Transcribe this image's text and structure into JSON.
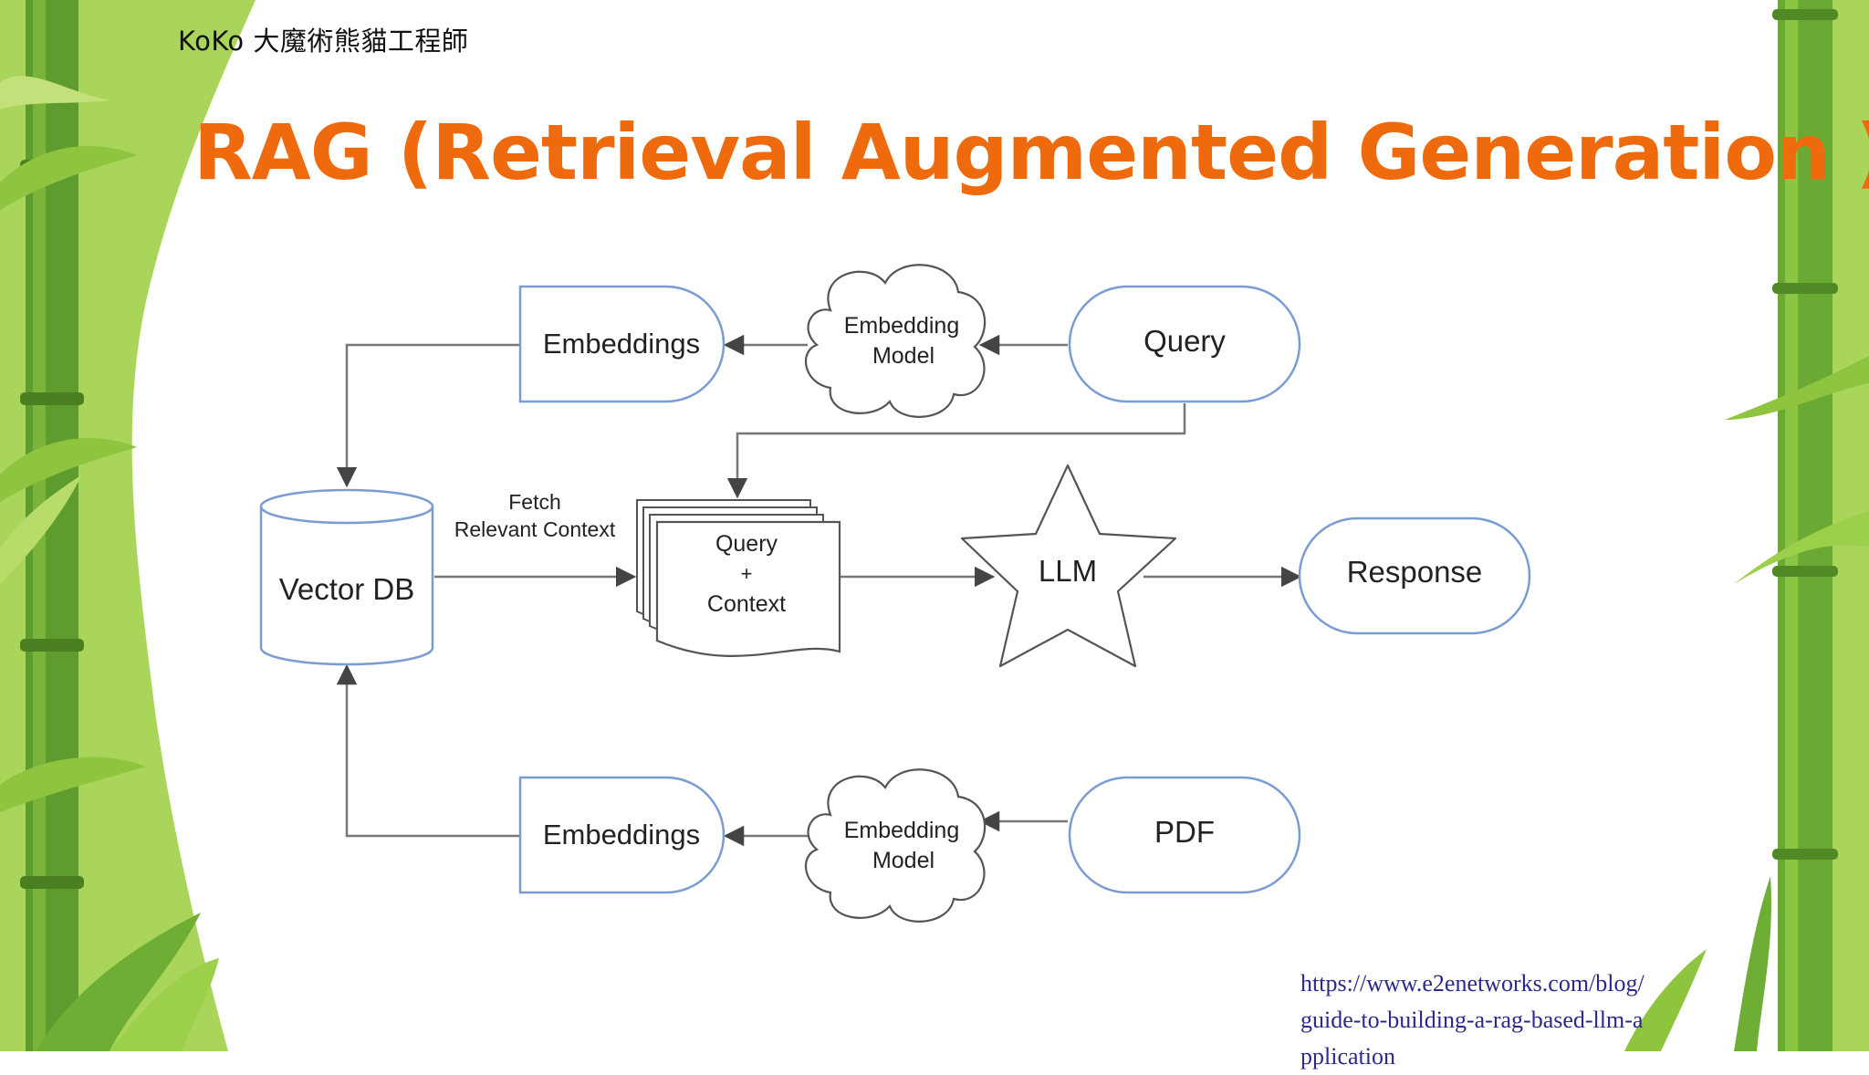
{
  "header": {
    "author": "KoKo 大魔術熊貓工程師",
    "title": "RAG (Retrieval Augmented Generation )"
  },
  "diagram": {
    "nodes": {
      "embeddings_top": "Embeddings",
      "embedding_model_top": [
        "Embedding",
        "Model"
      ],
      "query": "Query",
      "vector_db": "Vector DB",
      "query_context": [
        "Query",
        "+",
        "Context"
      ],
      "llm": "LLM",
      "response": "Response",
      "embeddings_bottom": "Embeddings",
      "embedding_model_bottom": [
        "Embedding",
        "Model"
      ],
      "pdf": "PDF"
    },
    "edge_labels": {
      "fetch": [
        "Fetch",
        "Relevant Context"
      ]
    }
  },
  "source": {
    "text": "https://www.e2enetworks.com/blog/\nguide-to-building-a-rag-based-llm-a\npplication"
  },
  "colors": {
    "title": "#ee6a0c",
    "node_border": "#6f93cf",
    "bamboo_light": "#9ccf4a",
    "bamboo_dark": "#5d9a2e"
  }
}
